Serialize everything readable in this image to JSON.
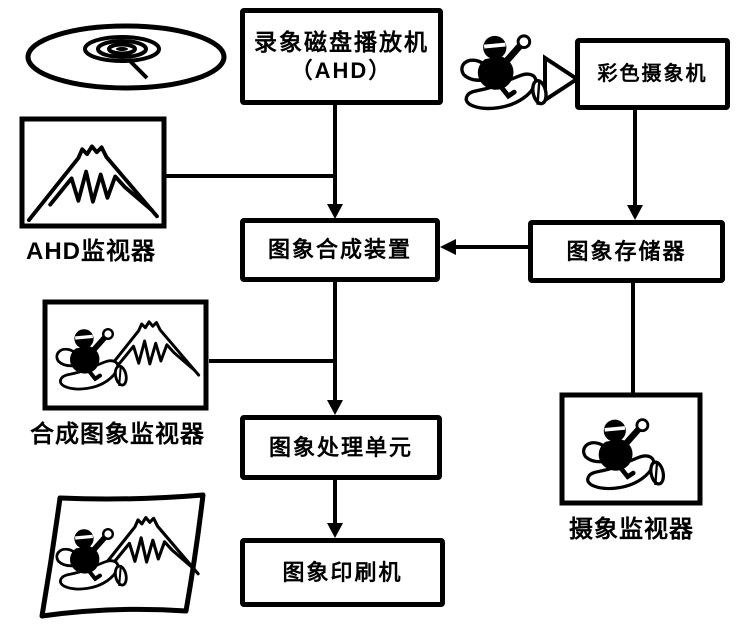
{
  "title": "AHD image system block diagram",
  "colors": {
    "ink": "#000000",
    "paper": "#ffffff"
  },
  "boxes": {
    "player": {
      "line1": "录象磁盘播放机",
      "line2": "（AHD）"
    },
    "camera": {
      "label": "彩色摄象机"
    },
    "composer": {
      "label": "图象合成装置"
    },
    "memory": {
      "label": "图象存储器"
    },
    "processor": {
      "label": "图象处理单元"
    },
    "printer": {
      "label": "图象印刷机"
    }
  },
  "monitors": {
    "ahd": {
      "caption": "AHD监视器"
    },
    "composite": {
      "caption": "合成图象监视器"
    },
    "camera": {
      "caption": "摄象监视器"
    }
  },
  "icons": {
    "disc": "video-disc-icon",
    "lens": "camera-lens-icon",
    "fuji": "mount-fuji-drawing",
    "rider": "plane-rider-drawing",
    "sheet": "printed-sheet"
  }
}
